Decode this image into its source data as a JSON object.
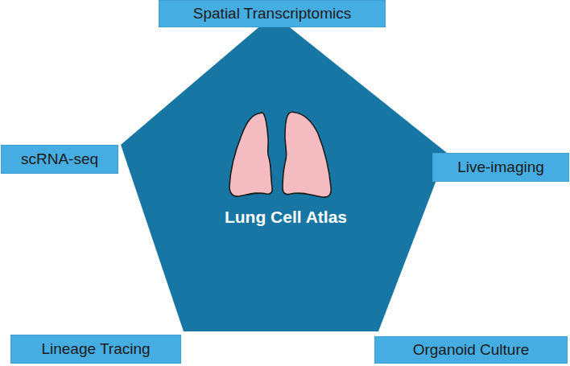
{
  "diagram": {
    "nodes": [
      {
        "text": [
          "Spatial Transcriptomics"
        ]
      },
      {
        "text": [
          "scRNA-seq"
        ]
      },
      {
        "text": [
          "Lung Cell Atlas"
        ]
      },
      {
        "text": [
          "Live-imaging"
        ]
      },
      {
        "text": [
          "Lineage Tracing"
        ]
      },
      {
        "text": [
          "Organoid Culture"
        ]
      }
    ]
  }
}
